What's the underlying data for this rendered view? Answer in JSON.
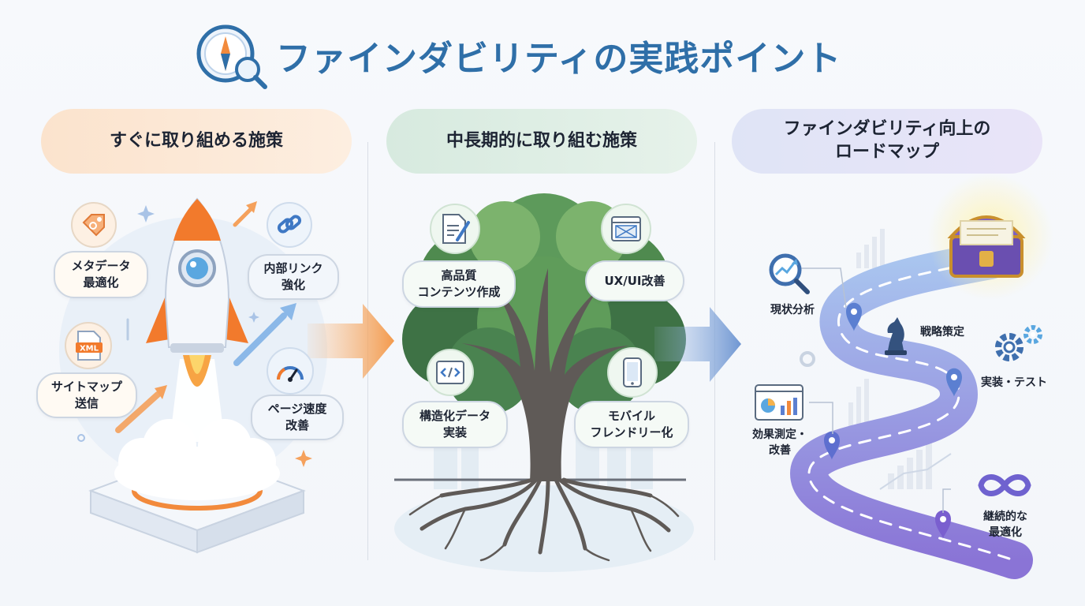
{
  "title": "ファインダビリティの実践ポイント",
  "sections": [
    {
      "label": "すぐに取り組める施策"
    },
    {
      "label": "中長期的に取り組む施策"
    },
    {
      "label": "ファインダビリティ向上の\nロードマップ"
    }
  ],
  "quick_actions": [
    {
      "label": "メタデータ\n最適化",
      "icon": "tag-icon"
    },
    {
      "label": "内部リンク\n強化",
      "icon": "link-icon"
    },
    {
      "label": "サイトマップ\n送信",
      "icon": "xml-file-icon",
      "icon_text": "XML"
    },
    {
      "label": "ページ速度\n改善",
      "icon": "speedometer-icon"
    }
  ],
  "long_term": [
    {
      "label": "高品質\nコンテンツ作成",
      "icon": "document-pen-icon"
    },
    {
      "label": "UX/UI改善",
      "icon": "browser-window-icon"
    },
    {
      "label": "構造化データ\n実装",
      "icon": "code-icon"
    },
    {
      "label": "モバイル\nフレンドリー化",
      "icon": "smartphone-icon"
    }
  ],
  "roadmap": [
    {
      "label": "現状分析",
      "icon": "analysis-magnifier-icon"
    },
    {
      "label": "戦略策定",
      "icon": "chess-knight-icon"
    },
    {
      "label": "実装・テスト",
      "icon": "gears-icon"
    },
    {
      "label": "効果測定・\n改善",
      "icon": "dashboard-icon"
    },
    {
      "label": "継続的な\n最適化",
      "icon": "infinity-icon"
    }
  ],
  "colors": {
    "title": "#2f6fa8",
    "orange": "#f28a3c",
    "green": "#5f9c5a",
    "road": "#7f9bd8",
    "pin": "#5f6fc4"
  }
}
